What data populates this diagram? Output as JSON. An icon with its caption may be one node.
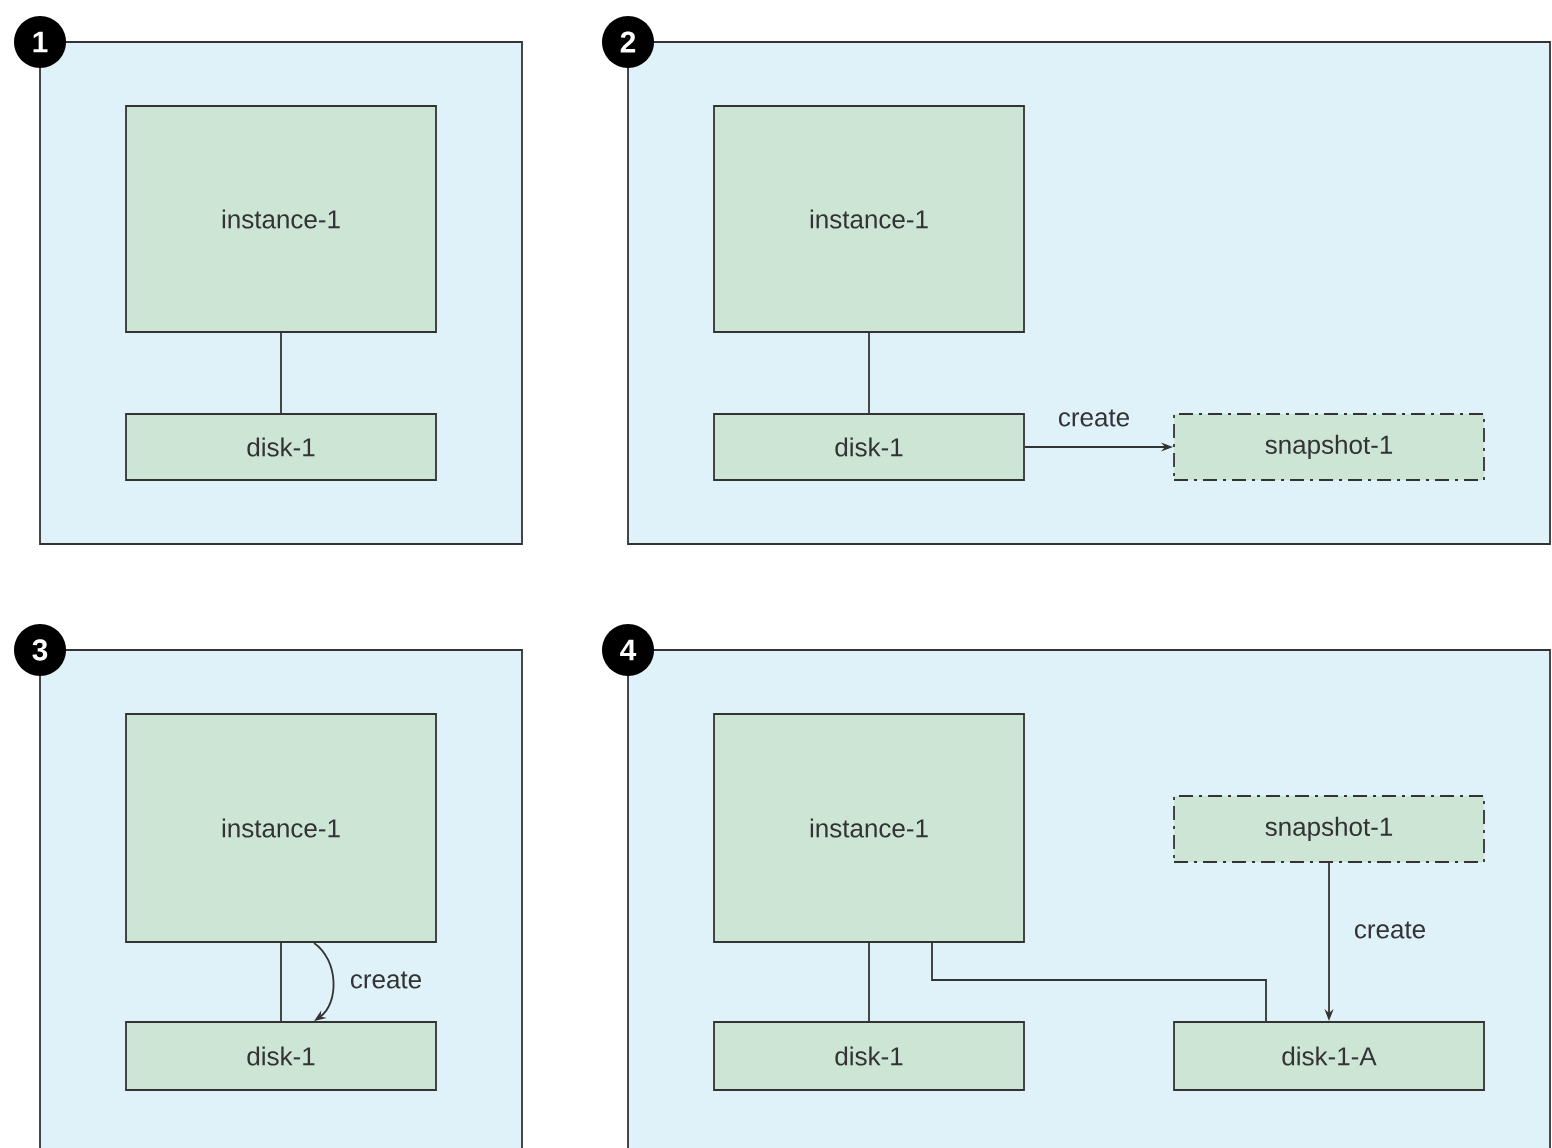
{
  "diagram": {
    "nodes": [
      {
        "text": [
          "1"
        ]
      },
      {
        "text": [
          "instance-1"
        ],
        "in": 0
      },
      {
        "text": [
          "disk-1"
        ],
        "in": 0
      },
      {
        "text": [
          "2"
        ]
      },
      {
        "text": [
          "instance-1"
        ],
        "in": 3
      },
      {
        "text": [
          "disk-1"
        ],
        "in": 3
      },
      {
        "text": [
          "snapshot-1"
        ],
        "in": 3
      },
      {
        "text": [
          "3"
        ]
      },
      {
        "text": [
          "instance-1"
        ],
        "in": 7
      },
      {
        "text": [
          "disk-1"
        ],
        "in": 7
      },
      {
        "text": [
          "4"
        ]
      },
      {
        "text": [
          "instance-1"
        ],
        "in": 10
      },
      {
        "text": [
          "snapshot-1"
        ],
        "in": 10
      },
      {
        "text": [
          "disk-1"
        ],
        "in": 10
      },
      {
        "text": [
          "disk-1-A"
        ],
        "in": 10
      }
    ],
    "edges": [
      {
        "from": 1,
        "to": 2,
        "arrow": "none"
      },
      {
        "from": 4,
        "to": 5,
        "arrow": "none"
      },
      {
        "from": 5,
        "to": 6,
        "arrow": "to",
        "label": "create"
      },
      {
        "from": 8,
        "to": 9,
        "arrow": "none"
      },
      {
        "from": 8,
        "to": 9,
        "arrow": "to",
        "label": "create"
      },
      {
        "from": 11,
        "to": 13,
        "arrow": "none"
      },
      {
        "from": 11,
        "to": 14,
        "arrow": "none"
      },
      {
        "from": 12,
        "to": 14,
        "arrow": "to",
        "label": "create"
      }
    ]
  }
}
